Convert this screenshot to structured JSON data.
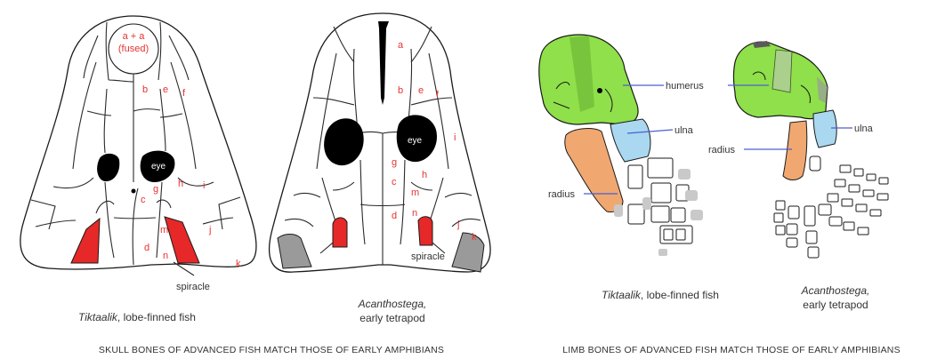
{
  "skulls": {
    "tiktaalik": {
      "fused_label_1": "a + a",
      "fused_label_2": "(fused)",
      "bones": [
        "b",
        "e",
        "f",
        "g",
        "c",
        "h",
        "i",
        "d",
        "m",
        "n",
        "j",
        "k"
      ],
      "eye": "eye",
      "spiracle": "spiracle",
      "caption_name": "Tiktaalik",
      "caption_rest": ",  lobe-finned fish"
    },
    "acanthostega": {
      "bones": [
        "a",
        "b",
        "e",
        "f",
        "g",
        "c",
        "h",
        "i",
        "d",
        "m",
        "n",
        "j",
        "k"
      ],
      "eye": "eye",
      "spiracle": "spiracle",
      "caption_name": "Acanthostega,",
      "caption_rest": "early tetrapod"
    },
    "footer": "SKULL BONES OF ADVANCED FISH MATCH THOSE OF EARLY AMPHIBIANS"
  },
  "limbs": {
    "labels": {
      "humerus": "humerus",
      "ulna": "ulna",
      "radius": "radius"
    },
    "tiktaalik_caption_name": "Tiktaalik",
    "tiktaalik_caption_rest": ",  lobe-finned fish",
    "acanthostega_caption_name": "Acanthostega,",
    "acanthostega_caption_rest": "early tetrapod",
    "footer": "LIMB BONES OF ADVANCED FISH MATCH THOSE OF EARLY AMPHIBIANS"
  },
  "colors": {
    "spiracle_red": "#e62828",
    "humerus_green": "#8fe04a",
    "ulna_blue": "#a9d8f0",
    "radius_orange": "#f0a870",
    "label_red": "#e63232",
    "leader_line": "#4a5fd0"
  }
}
